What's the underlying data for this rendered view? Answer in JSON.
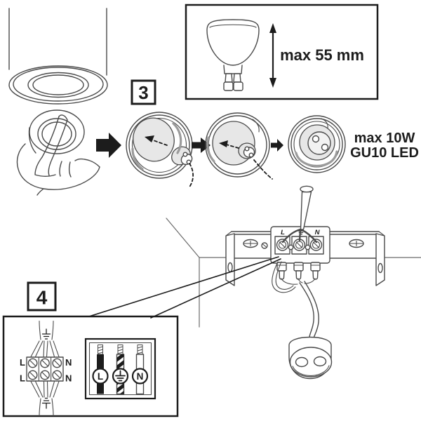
{
  "document": {
    "type": "luminaire-installation-instructions"
  },
  "colors": {
    "line": "#4a4a4a",
    "dark": "#1c1c1c",
    "shade": "#e7e7e7",
    "spring": "#9b9b9b",
    "wall": "#6b6b6b"
  },
  "step3": {
    "label": "3"
  },
  "step4": {
    "label": "4"
  },
  "size_panel": {
    "dimension_text": "max 55 mm"
  },
  "spec": {
    "line1": "max 10W",
    "line2": "GU10 LED"
  },
  "terminal": {
    "live": "L",
    "neutral": "N",
    "earth_icon": "earth-symbol"
  },
  "panel": {
    "live_in": "L",
    "neutral_in": "N",
    "live_out": "L",
    "neutral_out": "N",
    "legend_live": "L",
    "legend_neutral": "N",
    "legend_earth_icon": "earth-symbol"
  }
}
